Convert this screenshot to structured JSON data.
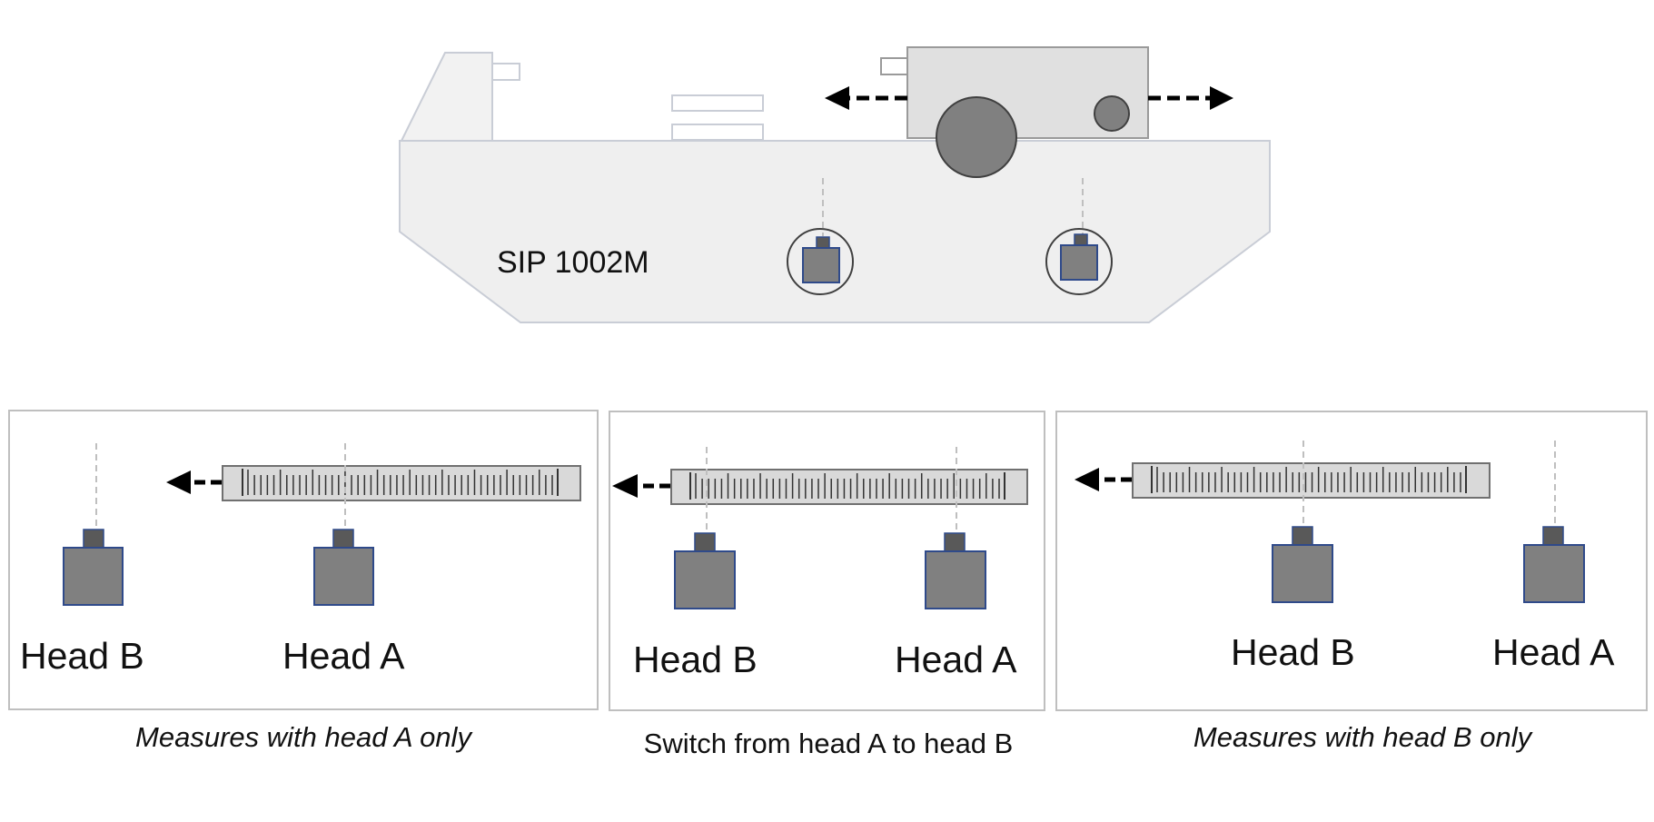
{
  "machine": {
    "model_label": "SIP 1002M"
  },
  "panels": [
    {
      "head_b_label": "Head B",
      "head_a_label": "Head A",
      "caption": "Measures with head A only",
      "caption_style": "italic"
    },
    {
      "head_b_label": "Head B",
      "head_a_label": "Head A",
      "caption": "Switch from head A to head B",
      "caption_style": "normal"
    },
    {
      "head_b_label": "Head B",
      "head_a_label": "Head A",
      "caption": "Measures with head B only",
      "caption_style": "italic"
    }
  ],
  "colors": {
    "machine_body": "#efefef",
    "machine_outline": "#c9cdd6",
    "carriage": "#e0e0e0",
    "head_fill": "#808080",
    "head_cap": "#595959",
    "head_outline": "#2f4a8a",
    "scale_fill": "#d9d9d9",
    "arrow": "#000000",
    "guide_line": "#bfbfbf"
  }
}
